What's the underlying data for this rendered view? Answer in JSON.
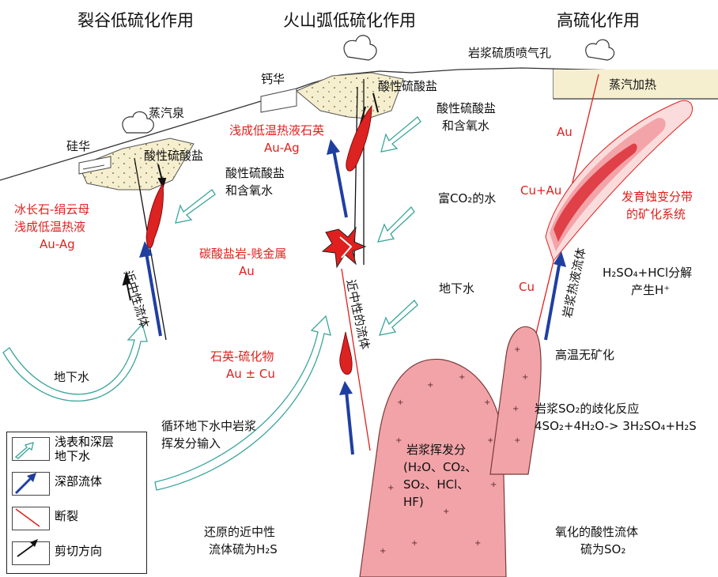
{
  "headers": {
    "rift": "裂谷低硫化作用",
    "arc": "火山弧低硫化作用",
    "high": "高硫化作用"
  },
  "labels": {
    "vent": "岩浆硫质喷气孔",
    "steam_heating": "蒸汽加热",
    "calcareous_sinter": "钙华",
    "acid_sulfate_arc": "酸性硫酸盐",
    "acid_sulfate_oxy_top": "酸性硫酸盐",
    "oxy_water_top": "和含氧水",
    "hot_spring": "蒸汽泉",
    "siliceous_sinter": "硅华",
    "acid_sulfate_rift": "酸性硫酸盐",
    "acid_sulfate_oxy_mid": "酸性硫酸盐",
    "oxy_water_mid": "和含氧水",
    "co2_water": "富CO₂的水",
    "groundwater_center": "地下水",
    "groundwater_left": "地下水",
    "near_neutral_fluid_left": "近中性流体",
    "near_neutral_fluid_center": "近中性的流体",
    "magmatic_fluid": "岩浆热液流体",
    "circulating_water_1": "循环地下水中岩浆",
    "circulating_water_2": "挥发分输入",
    "reduced_1": "还原的近中性",
    "reduced_2": "流体硫为H₂S",
    "oxidized_1": "氧化的酸性流体",
    "oxidized_2": "硫为SO₂",
    "acid_1": "H₂SO₄+HCl分解",
    "acid_2": "产生H⁺",
    "barren": "高温无矿化",
    "disprop_1": "岩浆SO₂的歧化反应",
    "disprop_2": "4SO₂+4H₂O-> 3H₂SO₄+H₂S",
    "volatiles_1": "岩浆挥发分",
    "volatiles_2": "(H₂O、CO₂、",
    "volatiles_3": "SO₂、HCl、",
    "volatiles_4": "HF)"
  },
  "ore_labels": {
    "rift_1": "冰长石-绢云母",
    "rift_2": "浅成低温热液",
    "rift_3": "Au-Ag",
    "arc_1": "浅成低温热液石英",
    "arc_2": "Au-Ag",
    "carb_1": "碳酸盐岩-贱金属",
    "carb_2": "Au",
    "qs_1": "石英-硫化物",
    "qs_2": "Au ± Cu",
    "au": "Au",
    "cuau": "Cu+Au",
    "cu": "Cu",
    "alter_1": "发育蚀变分带",
    "alter_2": "的矿化系统"
  },
  "legend": {
    "shallow_1": "浅表和深层",
    "shallow_2": "地下水",
    "deep": "深部流体",
    "fault": "断裂",
    "shear": "剪切方向"
  },
  "colors": {
    "groundwater_arrow": "#3aa59a",
    "deep_fluid_arrow": "#1f3fa0",
    "fault_line": "#e0201e",
    "intrusion_fill": "#f2a3a8",
    "sinter_fill": "#f6efcf",
    "ore_label_text": "#e0201e"
  }
}
